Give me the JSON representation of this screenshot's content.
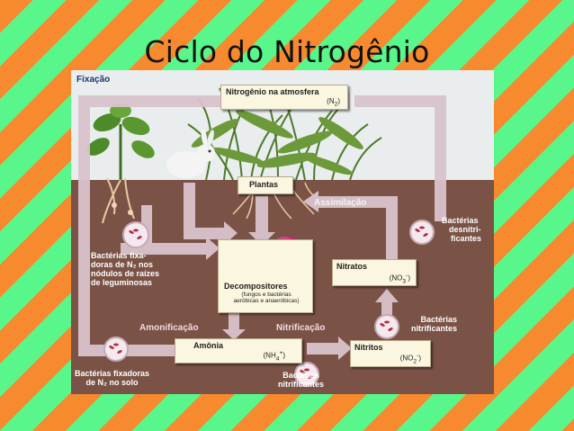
{
  "title": "Ciclo do Nitrogênio",
  "diagram": {
    "labels": {
      "fixacao": "Fixação",
      "nitrogenio_atmosfera": "Nitrogênio na atmosfera",
      "n2": "(N",
      "n2_sub": "2",
      "n2_close": ")",
      "plantas": "Plantas",
      "assimilacao": "Assimilação",
      "bacterias_desnitrificantes": [
        "Bactérias",
        "desnitri-",
        "ficantes"
      ],
      "bacterias_fixadoras_nodulos": [
        "Bactérias fixa-",
        "doras de N₂ nos",
        "nódulos de raízes",
        "de leguminosas"
      ],
      "decompositores": "Decompositores",
      "decompositores_sub": [
        "(fungos e bactérias",
        "aeróbicas e anaeróbicas)"
      ],
      "nitratos": "Nitratos",
      "nitratos_formula": "(NO",
      "nitratos_formula_sub": "3",
      "nitratos_formula_sup": "-",
      "nitratos_formula_close": ")",
      "amonificacao": "Amonificação",
      "nitrificacao": "Nitrificação",
      "bacterias_nitrificantes_right": [
        "Bactérias",
        "nitrificantes"
      ],
      "amonia": "Amônia",
      "amonia_formula": "(NH",
      "amonia_formula_sub": "4",
      "amonia_formula_sup": "+",
      "amonia_formula_close": ")",
      "nitritos": "Nitritos",
      "nitritos_formula": "(NO",
      "nitritos_formula_sub": "2",
      "nitritos_formula_sup": "-",
      "nitritos_formula_close": ")",
      "bacterias_fixadoras_solo": [
        "Bactérias fixadoras",
        "de N₂ no solo"
      ],
      "bacterias_nitrificantes_bottom": [
        "Bactérias",
        "nitrificantes"
      ]
    },
    "colors": {
      "sky": "#e9edee",
      "soil": "#7a5346",
      "arrow": "#d9c3cc",
      "label_blue": "#1e3570",
      "label_white": "#ffffff"
    }
  }
}
